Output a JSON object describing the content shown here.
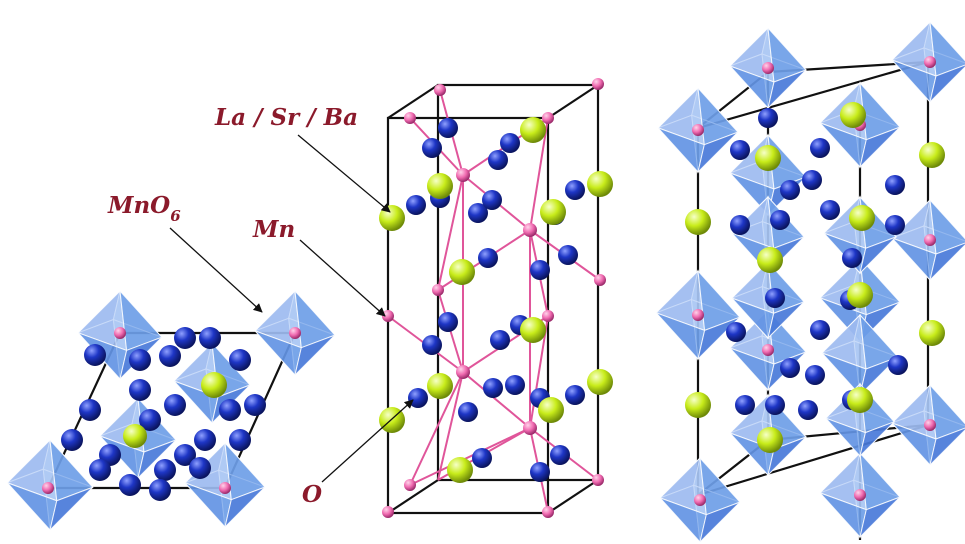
{
  "labels": {
    "la_sr_ba": "La / Sr / Ba",
    "mno6_base": "MnO",
    "mno6_sub": "6",
    "mn": "Mn",
    "o": "O"
  },
  "colors": {
    "label": "#8b1a2b",
    "mn_atom": "#f06ab0",
    "o_atom": "#1e36c6",
    "la_atom": "#c8ec1a",
    "octahedron": "#6e9ee8",
    "cell_edges": "#111111"
  }
}
